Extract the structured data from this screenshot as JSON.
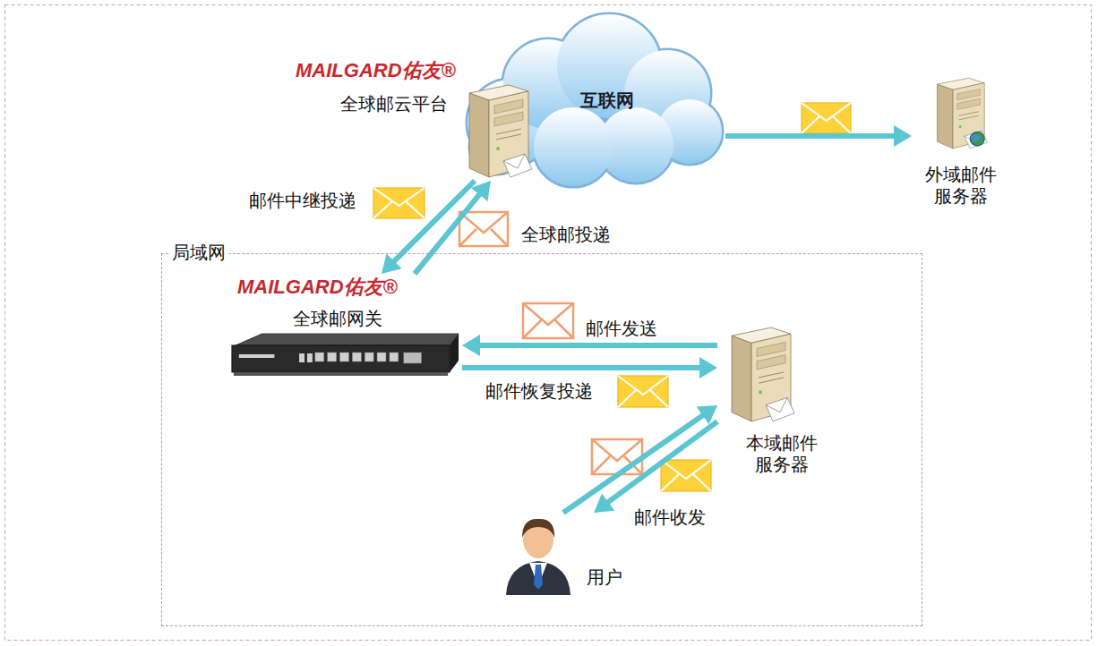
{
  "diagram": {
    "nodes": [
      {
        "text": [
          "互联网"
        ]
      },
      {
        "text": [
          "MAILGARD佑友®",
          "全球邮云平台"
        ]
      },
      {
        "text": [
          "外域邮件 服务器"
        ]
      },
      {
        "text": [
          "局域网"
        ]
      },
      {
        "text": [
          "MAILGARD佑友®",
          "全球邮网关"
        ],
        "in": 3
      },
      {
        "text": [
          "本域邮件 服务器"
        ],
        "in": 3
      },
      {
        "text": [
          "用户"
        ],
        "in": 3
      }
    ],
    "edges": [
      {
        "from": 0,
        "to": 2,
        "arrow": "to"
      },
      {
        "from": 1,
        "to": 4,
        "label": "邮件中继投递",
        "arrow": "to"
      },
      {
        "from": 4,
        "to": 1,
        "label": "全球邮投递",
        "arrow": "to"
      },
      {
        "from": 5,
        "to": 4,
        "label": "邮件发送",
        "arrow": "to"
      },
      {
        "from": 4,
        "to": 5,
        "label": "邮件恢复投递",
        "arrow": "to"
      },
      {
        "from": 6,
        "to": 5,
        "arrow": "to"
      },
      {
        "from": 5,
        "to": 6,
        "label": "邮件收发",
        "arrow": "to"
      }
    ]
  }
}
